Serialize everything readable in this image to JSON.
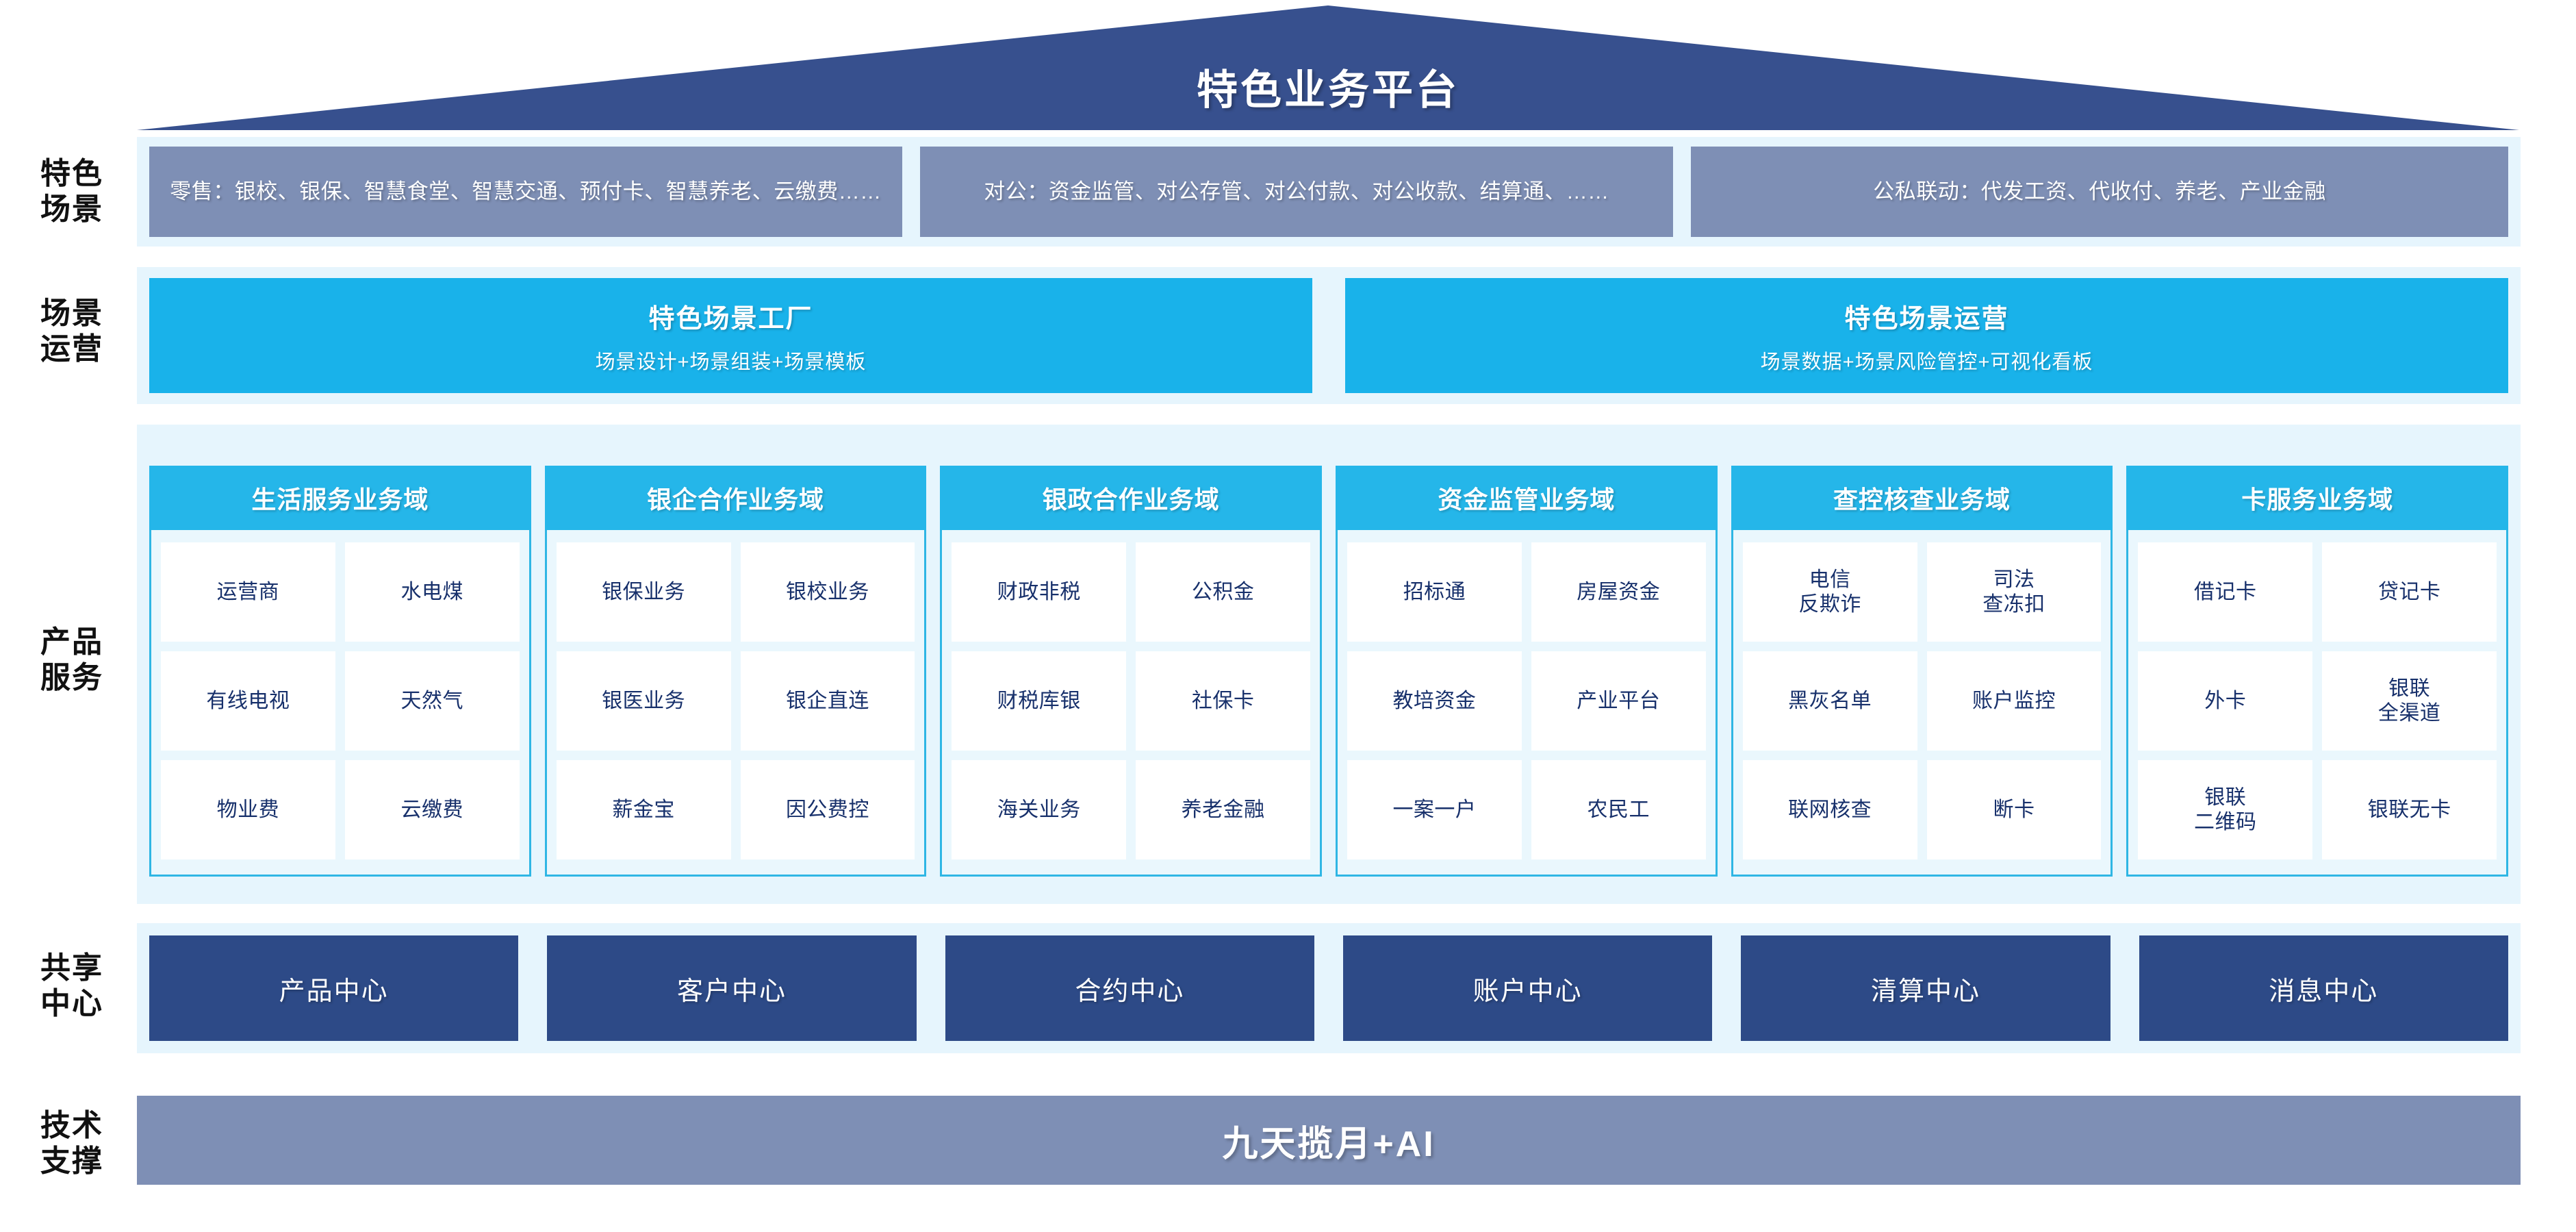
{
  "header": {
    "title": "特色业务平台"
  },
  "rows": {
    "scenarios_label": "特色\n场景",
    "operation_label": "场景\n运营",
    "products_label": "产品\n服务",
    "shared_label": "共享\n中心",
    "tech_label": "技术\n支撑"
  },
  "scenarios": {
    "boxes": [
      {
        "text": "零售：银校、银保、智慧食堂、智慧交通、预付卡、智慧养老、云缴费……"
      },
      {
        "text": "对公：资金监管、对公存管、对公付款、对公收款、结算通、……"
      },
      {
        "text": "公私联动：代发工资、代收付、养老、产业金融"
      }
    ]
  },
  "operation": {
    "boxes": [
      {
        "title": "特色场景工厂",
        "subtitle": "场景设计+场景组装+场景模板"
      },
      {
        "title": "特色场景运营",
        "subtitle": "场景数据+场景风险管控+可视化看板"
      }
    ]
  },
  "products": {
    "columns": [
      {
        "title": "生活服务业务域",
        "rows": [
          [
            "运营商",
            "水电煤"
          ],
          [
            "有线电视",
            "天然气"
          ],
          [
            "物业费",
            "云缴费"
          ]
        ]
      },
      {
        "title": "银企合作业务域",
        "rows": [
          [
            "银保业务",
            "银校业务"
          ],
          [
            "银医业务",
            "银企直连"
          ],
          [
            "薪金宝",
            "因公费控"
          ]
        ]
      },
      {
        "title": "银政合作业务域",
        "rows": [
          [
            "财政非税",
            "公积金"
          ],
          [
            "财税库银",
            "社保卡"
          ],
          [
            "海关业务",
            "养老金融"
          ]
        ]
      },
      {
        "title": "资金监管业务域",
        "rows": [
          [
            "招标通",
            "房屋资金"
          ],
          [
            "教培资金",
            "产业平台"
          ],
          [
            "一案一户",
            "农民工"
          ]
        ]
      },
      {
        "title": "查控核查业务域",
        "rows": [
          [
            "电信\n反欺诈",
            "司法\n查冻扣"
          ],
          [
            "黑灰名单",
            "账户监控"
          ],
          [
            "联网核查",
            "断卡"
          ]
        ]
      },
      {
        "title": "卡服务业务域",
        "rows": [
          [
            "借记卡",
            "贷记卡"
          ],
          [
            "外卡",
            "银联\n全渠道"
          ],
          [
            "银联\n二维码",
            "银联无卡"
          ]
        ]
      }
    ]
  },
  "shared": {
    "boxes": [
      "产品中心",
      "客户中心",
      "合约中心",
      "账户中心",
      "清算中心",
      "消息中心"
    ]
  },
  "tech": {
    "title": "九天揽月+AI"
  },
  "colors": {
    "roof_navy": "#37508E",
    "slate_blue": "#7E8FB5",
    "cyan": "#19B2EA",
    "cyan_head": "#25B6E9",
    "band_bg": "#E6F5FD",
    "tile_text": "#17306B",
    "shared_navy": "#2D4A87"
  }
}
